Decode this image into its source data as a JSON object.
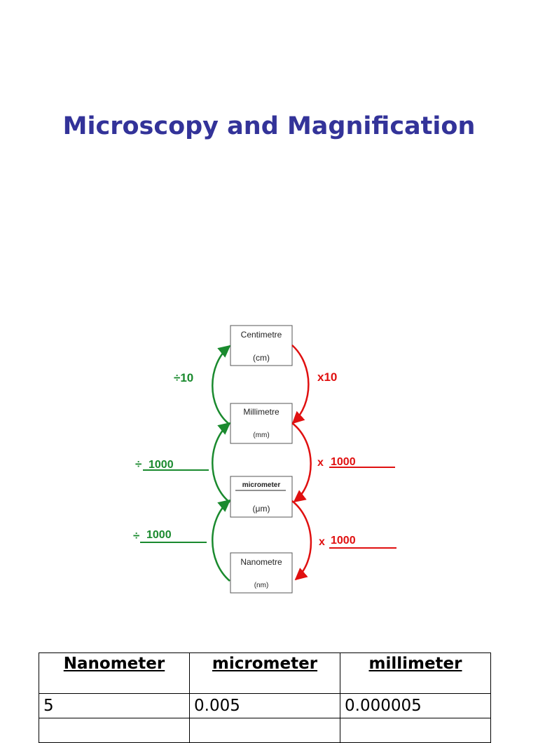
{
  "colors": {
    "title": "#333399",
    "green": "#1a8a2e",
    "red": "#e01010"
  },
  "title": "Microscopy and Magnification",
  "diagram": {
    "boxes": [
      {
        "line1": "Centimetre",
        "line2": "(cm)"
      },
      {
        "line1": "Millimetre",
        "line2": "(mm)"
      },
      {
        "line1": "micrometer",
        "line2": "(μm)"
      },
      {
        "line1": "Nanometre",
        "line2": "(nm)"
      }
    ],
    "left_labels": [
      {
        "op": "÷10",
        "value": ""
      },
      {
        "op": "÷",
        "value": "1000"
      },
      {
        "op": "÷",
        "value": "1000"
      }
    ],
    "right_labels": [
      {
        "op": "x10",
        "value": ""
      },
      {
        "op": "x",
        "value": "1000"
      },
      {
        "op": "x",
        "value": "1000"
      }
    ]
  },
  "table": {
    "headers": [
      "Nanometer",
      "micrometer",
      "millimeter"
    ],
    "rows": [
      [
        "5",
        "0.005",
        "0.000005"
      ],
      [
        "",
        "",
        ""
      ]
    ]
  }
}
